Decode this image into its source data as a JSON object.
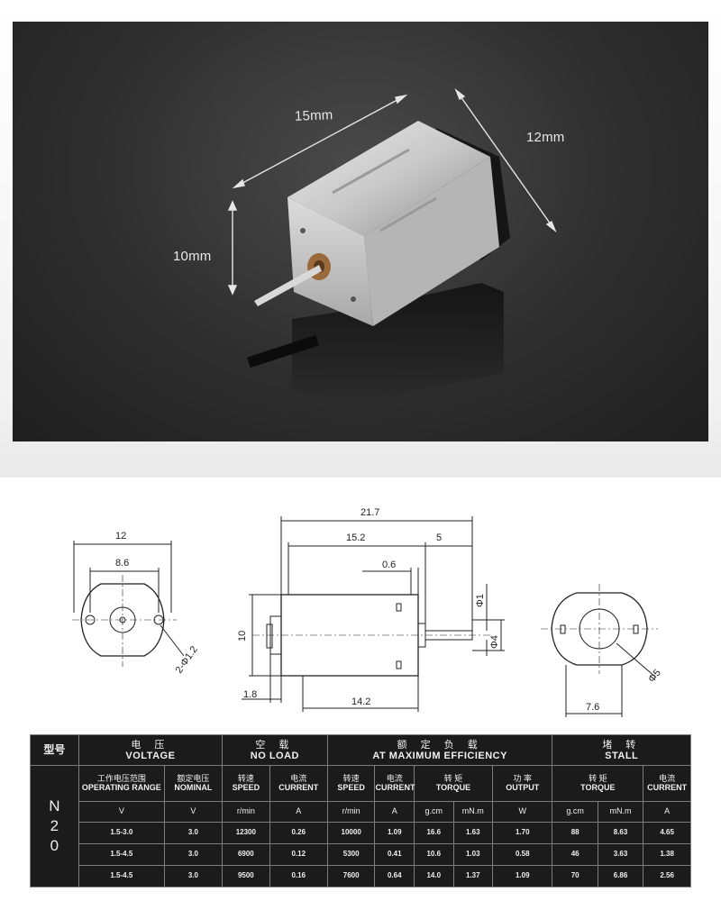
{
  "photo": {
    "dimensions": {
      "length": "15mm",
      "depth": "12mm",
      "height": "10mm"
    }
  },
  "drawings": {
    "front_view": {
      "width": "12",
      "hole_spacing": "8.6",
      "holes": "2-Φ1.2"
    },
    "side_view": {
      "overall_length": "21.7",
      "body_length": "15.2",
      "shaft_length": "5",
      "shaft_offset": "0.6",
      "height": "10",
      "shaft_dia": "Φ1",
      "bushing_dia": "Φ4",
      "flange": "1.8",
      "can_length": "14.2"
    },
    "rear_view": {
      "boss_dia": "Φ5",
      "width": "7.6"
    }
  },
  "table": {
    "model_label": "型号",
    "model_chars": [
      "N",
      "2",
      "0"
    ],
    "groups": {
      "voltage": {
        "zh": "电 压",
        "en": "VOLTAGE"
      },
      "no_load": {
        "zh": "空 载",
        "en": "NO LOAD"
      },
      "max_eff": {
        "zh": "额 定 负 载",
        "en": "AT MAXIMUM EFFICIENCY"
      },
      "stall": {
        "zh": "堵 转",
        "en": "STALL"
      }
    },
    "subheaders": {
      "op_range": {
        "zh": "工作电压范围",
        "en": "OPERATING RANGE"
      },
      "nominal": {
        "zh": "额定电压",
        "en": "NOMINAL"
      },
      "nl_speed": {
        "zh": "转速",
        "en": "SPEED"
      },
      "nl_current": {
        "zh": "电流",
        "en": "CURRENT"
      },
      "me_speed": {
        "zh": "转速",
        "en": "SPEED"
      },
      "me_current": {
        "zh": "电流",
        "en": "CURRENT"
      },
      "me_torque": {
        "zh": "转 矩",
        "en": "TORQUE"
      },
      "me_output": {
        "zh": "功 率",
        "en": "OUTPUT"
      },
      "st_torque": {
        "zh": "转 矩",
        "en": "TORQUE"
      },
      "st_current": {
        "zh": "电流",
        "en": "CURRENT"
      }
    },
    "units": [
      "V",
      "V",
      "r/min",
      "A",
      "r/min",
      "A",
      "g.cm",
      "mN.m",
      "W",
      "g.cm",
      "mN.m",
      "A"
    ],
    "rows": [
      [
        "1.5-3.0",
        "3.0",
        "12300",
        "0.26",
        "10000",
        "1.09",
        "16.6",
        "1.63",
        "1.70",
        "88",
        "8.63",
        "4.65"
      ],
      [
        "1.5-4.5",
        "3.0",
        "6900",
        "0.12",
        "5300",
        "0.41",
        "10.6",
        "1.03",
        "0.58",
        "46",
        "3.63",
        "1.38"
      ],
      [
        "1.5-4.5",
        "3.0",
        "9500",
        "0.16",
        "7600",
        "0.64",
        "14.0",
        "1.37",
        "1.09",
        "70",
        "6.86",
        "2.56"
      ]
    ]
  }
}
